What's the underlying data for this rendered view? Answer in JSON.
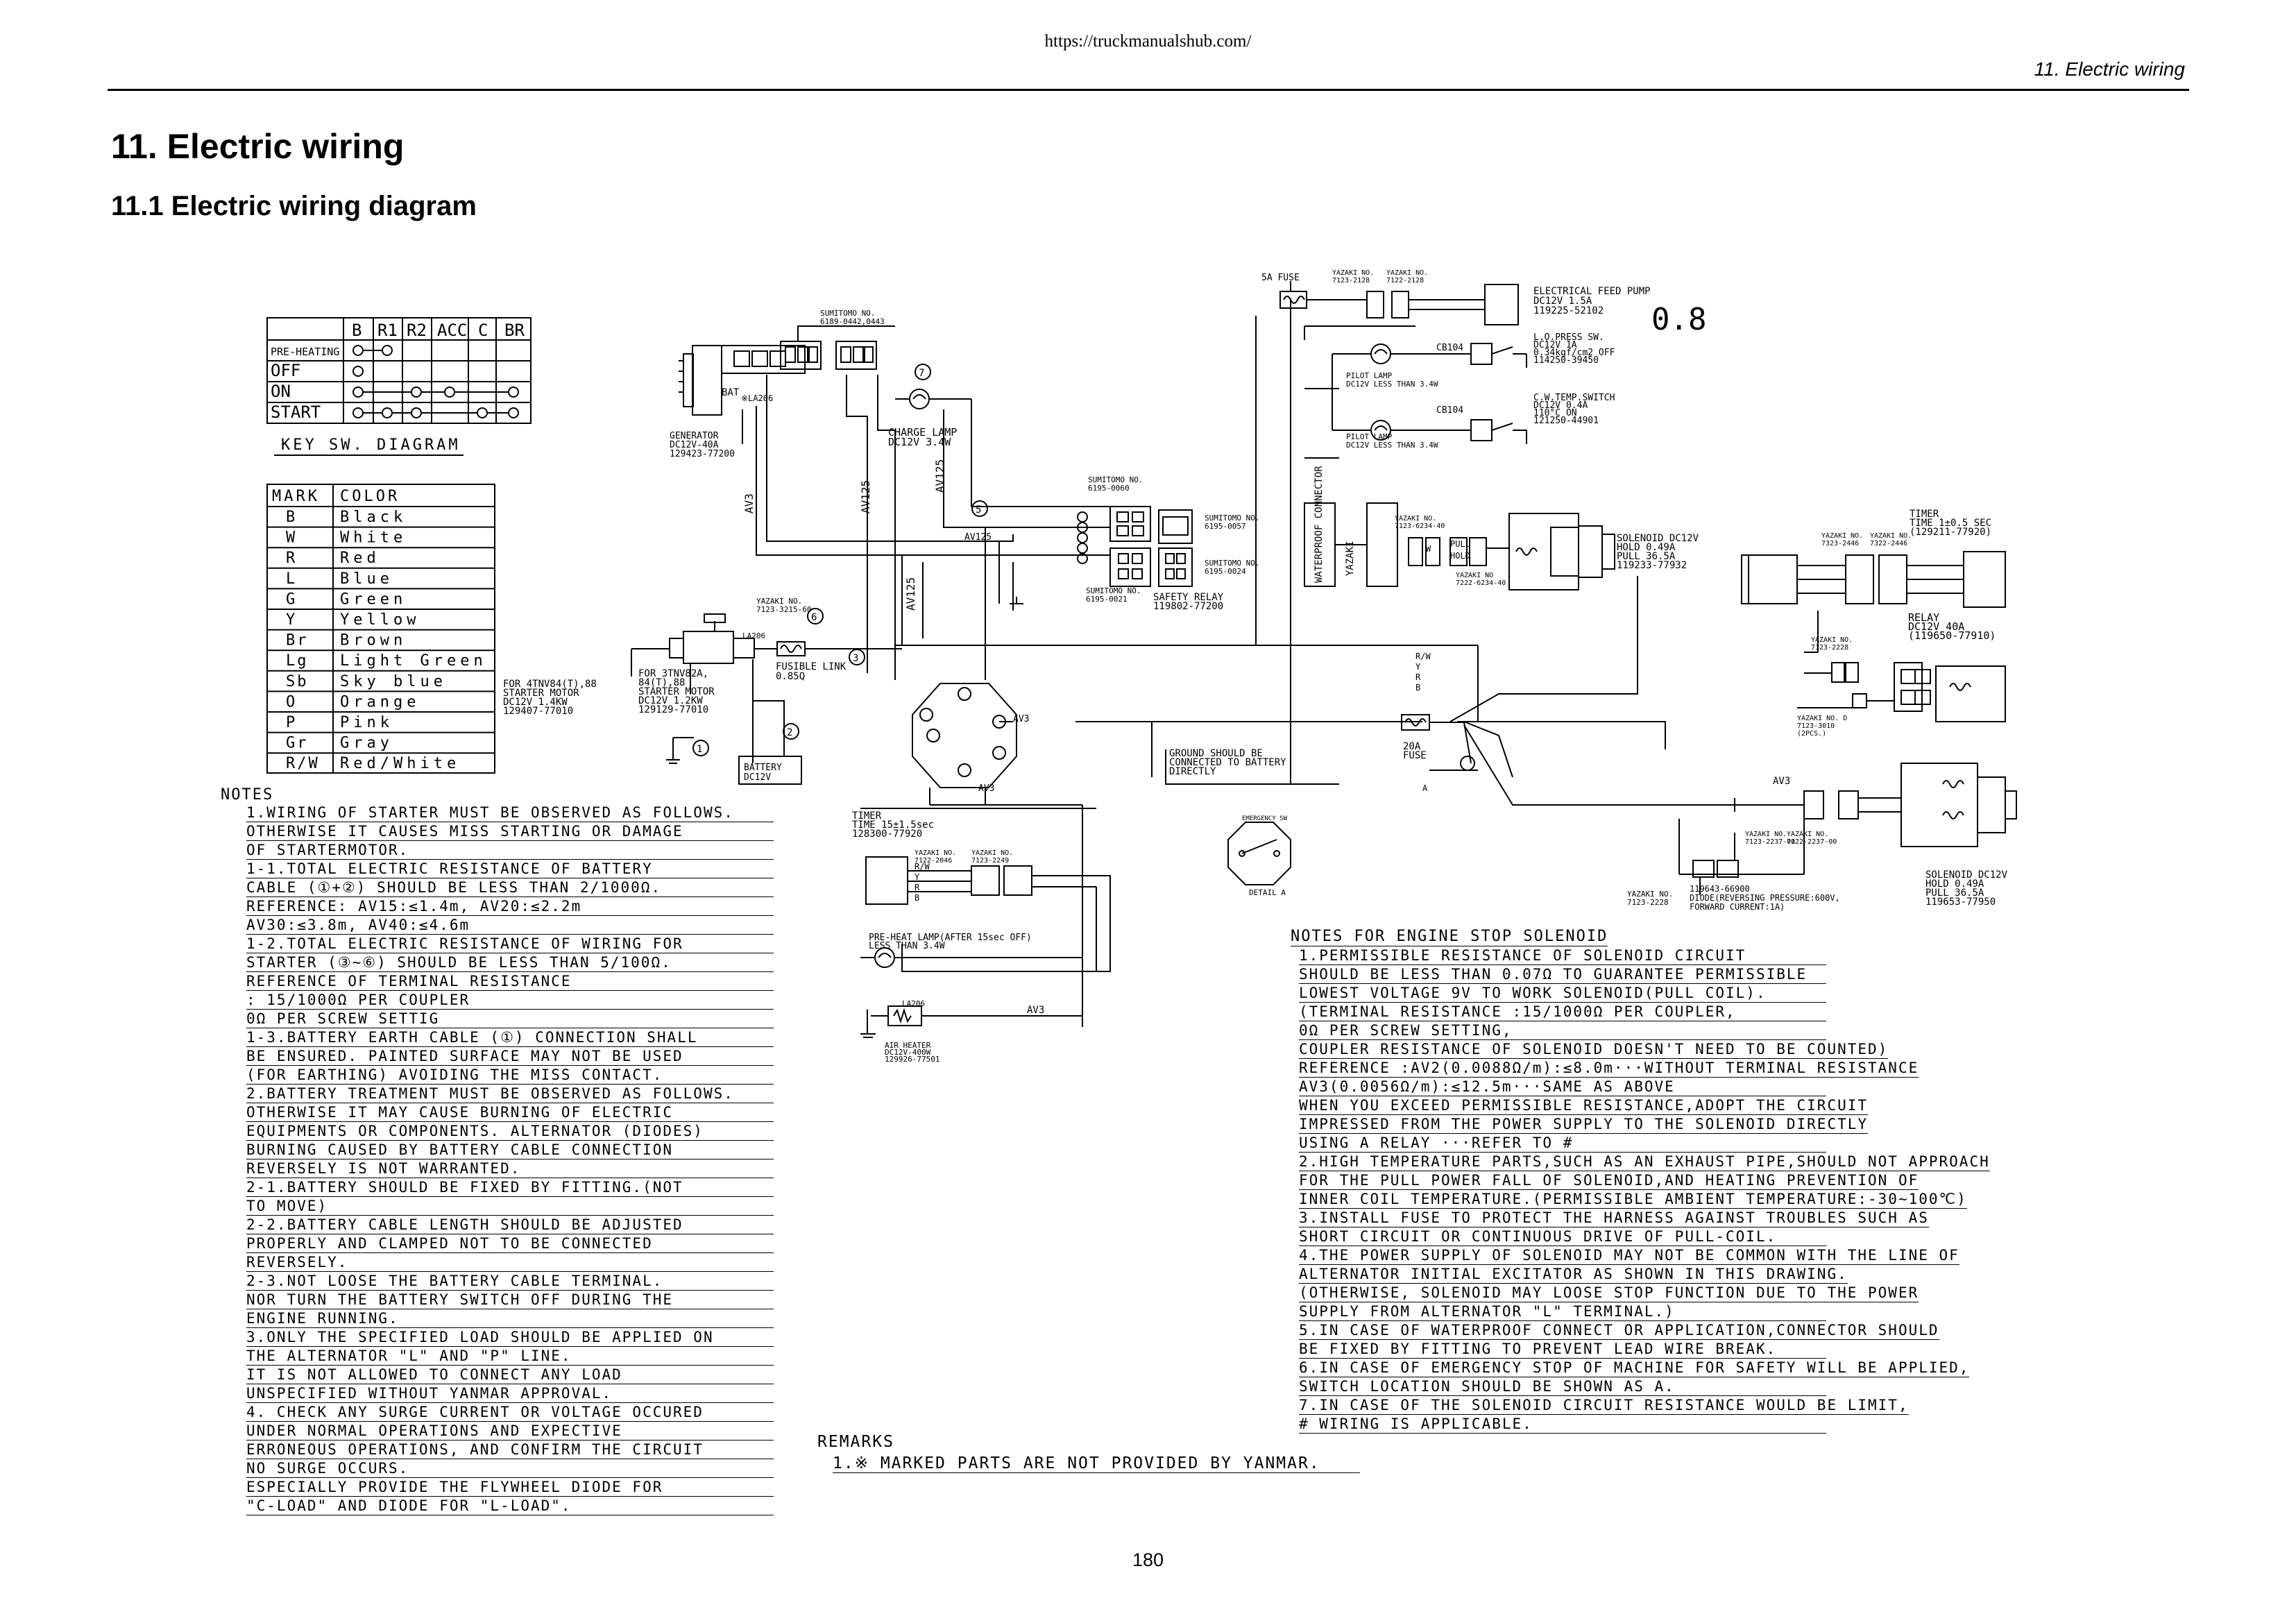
{
  "header": {
    "url": "https://truckmanualshub.com/",
    "section_right": "11.  Electric wiring",
    "title": "11. Electric wiring",
    "subtitle": "11.1 Electric wiring diagram",
    "page_number": "180"
  },
  "key_switch": {
    "columns": [
      "B",
      "R1",
      "R2",
      "ACC",
      "C",
      "BR"
    ],
    "rows": [
      "PRE-HEATING",
      "OFF",
      "ON",
      "START"
    ],
    "caption": "KEY SW. DIAGRAM"
  },
  "color_table": {
    "headers": [
      "MARK",
      "COLOR"
    ],
    "rows": [
      [
        "B",
        "Black"
      ],
      [
        "W",
        "White"
      ],
      [
        "R",
        "Red"
      ],
      [
        "L",
        "Blue"
      ],
      [
        "G",
        "Green"
      ],
      [
        "Y",
        "Yellow"
      ],
      [
        "Br",
        "Brown"
      ],
      [
        "Lg",
        "Light Green"
      ],
      [
        "Sb",
        "Sky blue"
      ],
      [
        "O",
        "Orange"
      ],
      [
        "P",
        "Pink"
      ],
      [
        "Gr",
        "Gray"
      ],
      [
        "R/W",
        "Red/White"
      ]
    ]
  },
  "components": {
    "generator": [
      "GENERATOR",
      "DC12V-40A",
      "129423-77200"
    ],
    "charge_lamp": [
      "CHARGE LAMP",
      "DC12V 3.4W"
    ],
    "sumitomo_top": [
      "SUMITOMO NO.",
      "6189-0442,0443"
    ],
    "sumitomo_0060": [
      "SUMITOMO NO.",
      "6195-0060"
    ],
    "sumitomo_0057": [
      "SUMITOMO NO.",
      "6195-0057"
    ],
    "sumitomo_0024": [
      "SUMITOMO NO.",
      "6195-0024"
    ],
    "sumitomo_0021": [
      "SUMITOMO NO.",
      "6195-0021"
    ],
    "safety_relay": [
      "SAFETY RELAY",
      "119802-77200"
    ],
    "yazaki_starter": [
      "YAZAKI NO.",
      "7123-3215-60"
    ],
    "fusible_link": [
      "FUSIBLE LINK",
      "0.85Q"
    ],
    "starter_4tnv": [
      "FOR 4TNV84(T),88",
      "STARTER MOTOR",
      "DC12V 1.4KW",
      "129407-77010"
    ],
    "starter_3tnv": [
      "FOR 3TNV82A,",
      "84(T),88",
      "STARTER MOTOR",
      "DC12V 1.2KW",
      "129129-77010"
    ],
    "battery": [
      "BATTERY",
      "DC12V"
    ],
    "fuse_5a": "5A FUSE",
    "yazaki_fuse": [
      "YAZAKI NO.",
      "7123-2128",
      "YAZAKI NO.",
      "7122-2128"
    ],
    "feed_pump": [
      "ELECTRICAL FEED PUMP",
      "DC12V 1.5A",
      "119225-52102"
    ],
    "big_label": "0.8",
    "lo_press": [
      "L.O.PRESS SW.",
      "DC12V 1A",
      "0.34kgf/cm2 OFF",
      "114250-39450"
    ],
    "cw_temp": [
      "C.W.TEMP.SWITCH",
      "DC12V 0.4A",
      "110°C ON",
      "121250-44901"
    ],
    "pilot_lamp": [
      "PILOT LAMP",
      "DC12V LESS THAN 3.4W"
    ],
    "cb104": "CB104",
    "waterproof": "WATERPROOF CONNECTOR",
    "yazaki_vert": "YAZAKI",
    "yazaki_6234": [
      "YAZAKI NO.",
      "7123-6234-40"
    ],
    "yazaki_7222": [
      "YAZAKI NO",
      "7222-6234-40"
    ],
    "solenoid_1": [
      "SOLENOID DC12V",
      "HOLD 0.49A",
      "PULL 36.5A",
      "119233-77932"
    ],
    "timer_right": [
      "TIMER",
      "TIME 1±0.5 SEC",
      "(129211-77920)"
    ],
    "yazaki_2446": [
      "YAZAKI NO.",
      "7323-2446",
      "YAZAKI NO.",
      "7322-2446"
    ],
    "relay": [
      "RELAY",
      "DC12V 40A",
      "(119650-77910)"
    ],
    "yazaki_2228": [
      "YAZAKI NO.",
      "7123-2228"
    ],
    "yazaki_3010": [
      "YAZAKI NO. D",
      "7123-3010",
      "(2PCS.)"
    ],
    "ground_note": [
      "GROUND SHOULD BE",
      "CONNECTED TO BATTERY",
      "DIRECTLY"
    ],
    "fuse_20a": [
      "20A",
      "FUSE"
    ],
    "emergency": [
      "EMERGENCY SW",
      "DETAIL A"
    ],
    "timer_left": [
      "TIMER",
      "TIME 15±1.5sec",
      "128300-77920",
      "YAZAKI NO.",
      "7122-2046",
      "YAZAKI NO.",
      "7123-2249"
    ],
    "preheat_lamp": [
      "PRE-HEAT LAMP(AFTER 15sec OFF)",
      "LESS THAN 3.4W"
    ],
    "air_heater": [
      "AIR HEATER",
      "DC12V-400W",
      "129926-77501"
    ],
    "la206": "LA206",
    "av_labels": [
      "AV3",
      "AV125",
      "AV3",
      "AV125",
      "AV3",
      "AV3",
      "AV3"
    ],
    "yazaki_2237": [
      "YAZAKI NO.",
      "7123-2237-00",
      "YAZAKI NO.",
      "7122-2237-00"
    ],
    "diode": [
      "YAZAKI NO.",
      "7123-2228",
      "119643-66900",
      "DIODE(REVERSING PRESSURE:600V,",
      "FORWARD CURRENT:1A)"
    ],
    "solenoid_2": [
      "SOLENOID DC12V",
      "HOLD 0.49A",
      "PULL 36.5A",
      "119653-77950"
    ],
    "wire_labels": [
      "R/W",
      "Y",
      "R",
      "B",
      "W",
      "PULL",
      "HOLD",
      "A"
    ]
  },
  "notes_left": {
    "heading": "NOTES",
    "lines": [
      "1.WIRING OF STARTER MUST BE OBSERVED AS FOLLOWS.",
      "OTHERWISE IT CAUSES MISS STARTING OR DAMAGE",
      "OF STARTERMOTOR.",
      "1-1.TOTAL ELECTRIC RESISTANCE OF BATTERY",
      "CABLE (①+②) SHOULD BE LESS THAN 2/1000Ω.",
      "REFERENCE: AV15:≤1.4m, AV20:≤2.2m",
      "            AV30:≤3.8m, AV40:≤4.6m",
      "1-2.TOTAL ELECTRIC RESISTANCE OF WIRING FOR",
      "STARTER (③~⑥) SHOULD BE LESS THAN 5/100Ω.",
      "REFERENCE OF TERMINAL RESISTANCE",
      ": 15/1000Ω PER COUPLER",
      "  0Ω PER SCREW SETTIG",
      "1-3.BATTERY EARTH CABLE (①) CONNECTION SHALL",
      "BE ENSURED. PAINTED SURFACE MAY NOT BE USED",
      "(FOR EARTHING) AVOIDING THE MISS CONTACT.",
      "2.BATTERY TREATMENT MUST BE OBSERVED AS FOLLOWS.",
      "OTHERWISE IT MAY CAUSE BURNING OF ELECTRIC",
      "EQUIPMENTS OR COMPONENTS. ALTERNATOR (DIODES)",
      "BURNING CAUSED BY BATTERY CABLE CONNECTION",
      "REVERSELY IS NOT WARRANTED.",
      "2-1.BATTERY SHOULD BE FIXED BY FITTING.(NOT",
      "TO MOVE)",
      "2-2.BATTERY CABLE LENGTH SHOULD BE ADJUSTED",
      "PROPERLY AND CLAMPED NOT TO BE CONNECTED",
      "REVERSELY.",
      "2-3.NOT LOOSE THE BATTERY CABLE TERMINAL.",
      "NOR TURN THE BATTERY SWITCH OFF DURING THE",
      "ENGINE RUNNING.",
      "3.ONLY THE SPECIFIED LOAD SHOULD BE APPLIED ON",
      "THE ALTERNATOR \"L\" AND \"P\" LINE.",
      "IT IS NOT ALLOWED TO CONNECT ANY LOAD",
      "UNSPECIFIED WITHOUT YANMAR APPROVAL.",
      "4. CHECK ANY SURGE CURRENT OR VOLTAGE OCCURED",
      "UNDER NORMAL OPERATIONS AND EXPECTIVE",
      "ERRONEOUS OPERATIONS, AND CONFIRM THE CIRCUIT",
      "NO SURGE OCCURS.",
      "ESPECIALLY PROVIDE THE FLYWHEEL DIODE FOR",
      "\"C-LOAD\" AND DIODE FOR \"L-LOAD\"."
    ]
  },
  "remarks": {
    "heading": "REMARKS",
    "lines": [
      "1.※ MARKED PARTS ARE NOT PROVIDED BY YANMAR."
    ]
  },
  "notes_right": {
    "heading": "NOTES FOR ENGINE STOP SOLENOID",
    "lines": [
      "1.PERMISSIBLE RESISTANCE OF SOLENOID CIRCUIT",
      "  SHOULD BE LESS THAN 0.07Ω TO GUARANTEE PERMISSIBLE",
      "  LOWEST VOLTAGE 9V TO WORK SOLENOID(PULL COIL).",
      "  (TERMINAL RESISTANCE :15/1000Ω PER COUPLER,",
      "                        0Ω PER SCREW SETTING,",
      "  COUPLER RESISTANCE OF SOLENOID DOESN'T NEED TO BE COUNTED)",
      "  REFERENCE :AV2(0.0088Ω/m):≤8.0m···WITHOUT TERMINAL RESISTANCE",
      "             AV3(0.0056Ω/m):≤12.5m···SAME AS ABOVE",
      "  WHEN YOU EXCEED PERMISSIBLE RESISTANCE,ADOPT THE CIRCUIT",
      "  IMPRESSED FROM THE POWER SUPPLY TO THE SOLENOID DIRECTLY",
      "  USING A RELAY ···REFER TO #",
      "2.HIGH TEMPERATURE PARTS,SUCH AS AN EXHAUST PIPE,SHOULD NOT APPROACH",
      "  FOR THE PULL POWER FALL OF SOLENOID,AND HEATING PREVENTION OF",
      "  INNER COIL TEMPERATURE.(PERMISSIBLE AMBIENT TEMPERATURE:-30~100℃)",
      "3.INSTALL FUSE TO PROTECT THE HARNESS AGAINST TROUBLES SUCH AS",
      "  SHORT CIRCUIT OR CONTINUOUS DRIVE OF PULL-COIL.",
      "4.THE POWER SUPPLY OF SOLENOID MAY NOT BE COMMON WITH THE LINE OF",
      "  ALTERNATOR INITIAL EXCITATOR AS SHOWN IN THIS DRAWING.",
      "  (OTHERWISE, SOLENOID MAY LOOSE STOP FUNCTION DUE TO THE POWER",
      "  SUPPLY FROM ALTERNATOR \"L\" TERMINAL.)",
      "5.IN CASE OF WATERPROOF CONNECT OR APPLICATION,CONNECTOR SHOULD",
      "  BE FIXED BY FITTING TO PREVENT LEAD WIRE BREAK.",
      "6.IN CASE OF EMERGENCY STOP OF MACHINE FOR SAFETY WILL BE APPLIED,",
      "  SWITCH LOCATION SHOULD BE SHOWN AS A.",
      "7.IN CASE OF THE SOLENOID CIRCUIT RESISTANCE WOULD BE LIMIT,",
      "  # WIRING IS APPLICABLE."
    ]
  }
}
